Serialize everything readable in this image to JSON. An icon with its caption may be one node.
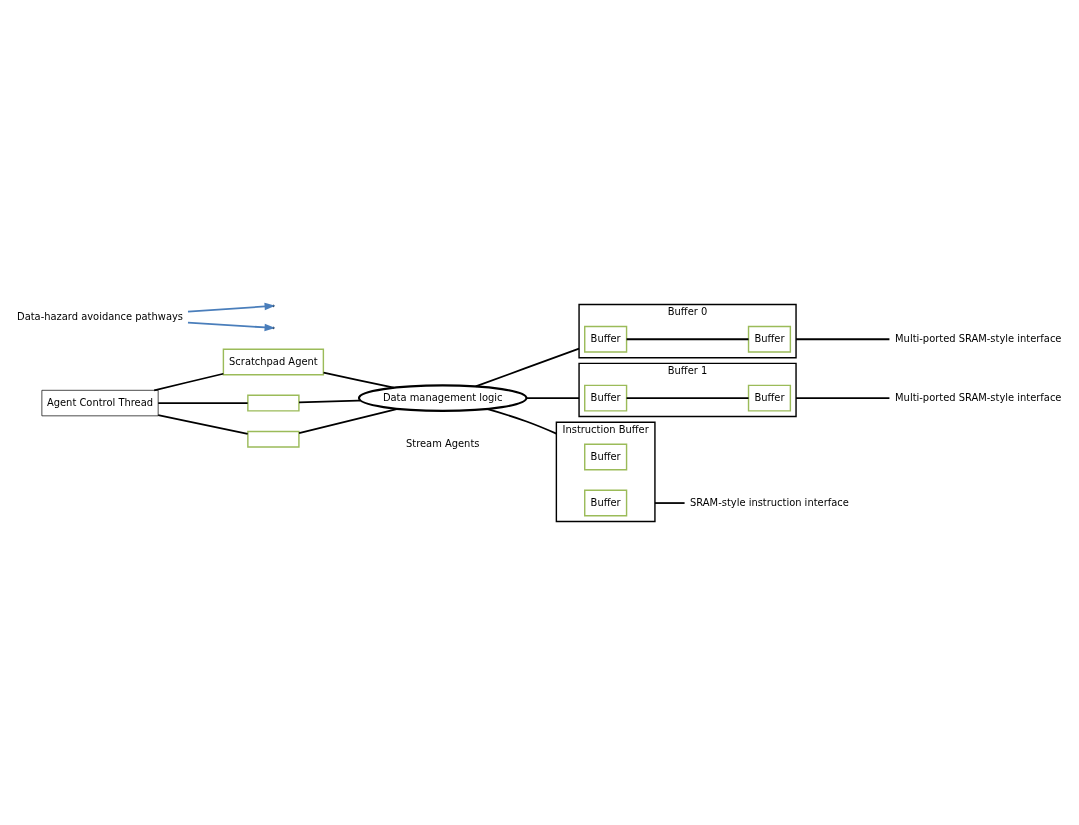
{
  "diagram": {
    "nodes": [
      {
        "text": [
          "Agent Control Thread"
        ]
      },
      {
        "text": [
          "Scratchpad Agent"
        ]
      },
      {
        "text": [],
        "shape": "box"
      },
      {
        "text": [],
        "shape": "box"
      },
      {
        "text": [
          "Data management logic"
        ]
      },
      {
        "text": [
          "Buffer 0"
        ]
      },
      {
        "text": [
          "Buffer"
        ],
        "in": 5
      },
      {
        "text": [
          "Buffer"
        ],
        "in": 5
      },
      {
        "text": [
          "Buffer 1"
        ]
      },
      {
        "text": [
          "Buffer"
        ],
        "in": 8
      },
      {
        "text": [
          "Buffer"
        ],
        "in": 8
      },
      {
        "text": [
          "Instruction Buffer"
        ]
      },
      {
        "text": [
          "Buffer"
        ],
        "in": 11
      },
      {
        "text": [
          "Buffer"
        ],
        "in": 11
      },
      {
        "text": [
          "Multi-ported SRAM-style interface"
        ]
      },
      {
        "text": [
          "Multi-ported SRAM-style interface"
        ]
      },
      {
        "text": [
          "SRAM-style instruction interface"
        ]
      },
      {
        "text": [
          "Data-hazard avoidance pathways"
        ]
      }
    ],
    "edges": [
      {
        "from": 0,
        "to": 1,
        "arrow": "none"
      },
      {
        "from": 0,
        "to": 2,
        "arrow": "none"
      },
      {
        "from": 0,
        "to": 3,
        "arrow": "none"
      },
      {
        "from": 1,
        "to": 4,
        "arrow": "none"
      },
      {
        "from": 2,
        "to": 4,
        "arrow": "none"
      },
      {
        "from": 3,
        "to": 4,
        "arrow": "none"
      },
      {
        "from": 4,
        "to": 5,
        "arrow": "none"
      },
      {
        "from": 4,
        "to": 8,
        "arrow": "none"
      },
      {
        "from": 4,
        "to": 11,
        "arrow": "none"
      },
      {
        "from": 5,
        "to": 14,
        "arrow": "none"
      },
      {
        "from": 8,
        "to": 15,
        "arrow": "none"
      },
      {
        "from": 11,
        "to": 16,
        "arrow": "none"
      },
      {
        "from": 6,
        "to": 7,
        "arrow": "none"
      },
      {
        "from": 9,
        "to": 10,
        "arrow": "none"
      },
      {
        "from": 17,
        "to": null,
        "arrow": "to",
        "color": "#4a7ebb"
      },
      {
        "from": 17,
        "to": null,
        "arrow": "to",
        "color": "#4a7ebb"
      }
    ],
    "labels": [
      "Stream Agents"
    ]
  }
}
